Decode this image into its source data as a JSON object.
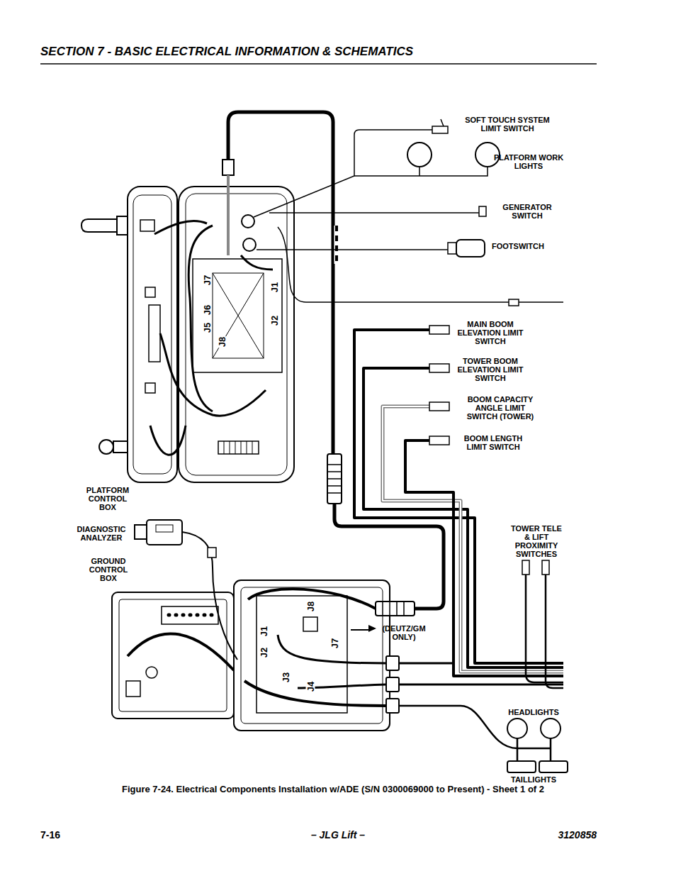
{
  "diagram": {
    "title": "SECTION 7 - BASIC ELECTRICAL INFORMATION & SCHEMATICS",
    "caption": "Figure 7-24. Electrical Components Installation w/ADE (S/N 0300069000 to Present) - Sheet 1 of 2",
    "labels": [
      "SOFT TOUCH SYSTEM LIMIT SWITCH",
      "PLATFORM WORK LIGHTS",
      "GENERATOR SWITCH",
      "FOOTSWITCH",
      "J7",
      "J1",
      "J6",
      "J2",
      "J5",
      "J8",
      "MAIN BOOM ELEVATION LIMIT SWITCH",
      "TOWER BOOM ELEVATION LIMIT SWITCH",
      "BOOM CAPACITY ANGLE LIMIT SWITCH (TOWER)",
      "BOOM LENGTH LIMIT SWITCH",
      "PLATFORM CONTROL BOX",
      "DIAGNOSTIC ANALYZER",
      "TOWER TELE & LIFT PROXIMITY SWITCHES",
      "GROUND CONTROL BOX",
      "J8",
      "J1",
      "J7",
      "(DEUTZ/GM ONLY)",
      "J2",
      "J3",
      "J4",
      "HEADLIGHTS",
      "TAILLIGHTS",
      "7-16",
      "– JLG Lift –",
      "3120858"
    ]
  }
}
